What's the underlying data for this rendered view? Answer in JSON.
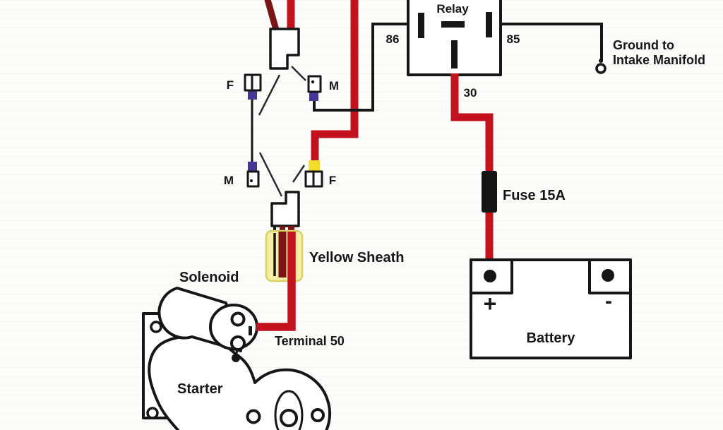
{
  "title": "Starter solenoid relay wiring diagram",
  "labels": {
    "relay": "Relay",
    "pin86": "86",
    "pin85": "85",
    "pin30": "30",
    "ground_line1": "Ground to",
    "ground_line2": "Intake Manifold",
    "fuse": "Fuse 15A",
    "battery": "Battery",
    "battery_plus": "+",
    "battery_minus": "-",
    "connector_f_upper": "F",
    "connector_m_upper": "M",
    "connector_m_lower": "M",
    "connector_f_lower": "F",
    "yellow_sheath": "Yellow Sheath",
    "solenoid": "Solenoid",
    "terminal50": "Terminal 50",
    "starter": "Starter"
  },
  "colors": {
    "wire_red": "#c2121e",
    "wire_maroon": "#7c1315",
    "wire_black": "#161616",
    "sheath_fill": "#f4efa4",
    "sheath_border": "#d9d064",
    "tip_yellow": "#f2dd2a",
    "tip_purple": "#473795",
    "background": "#fcfcfa"
  }
}
